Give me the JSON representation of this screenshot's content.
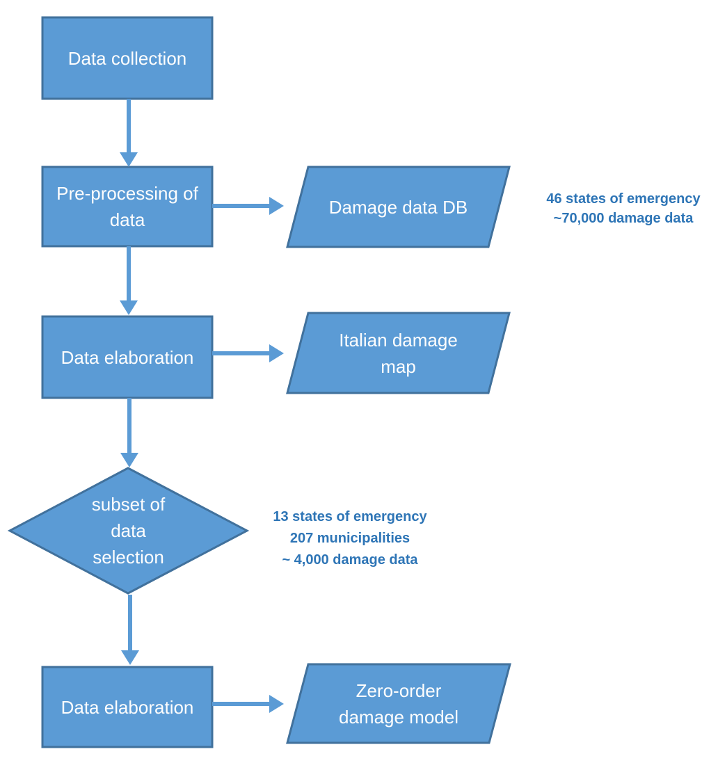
{
  "colors": {
    "shape_fill": "#5B9BD5",
    "shape_border": "#41719C",
    "arrow": "#5B9BD5",
    "shape_text": "#FDFDFD",
    "annotation_text": "#2E75B6"
  },
  "flowchart": {
    "nodes": {
      "data_collection": {
        "label": "Data collection"
      },
      "pre_processing": {
        "line1": "Pre-processing of",
        "line2": "data"
      },
      "damage_data_db": {
        "label": "Damage data DB"
      },
      "data_elaboration_1": {
        "label": "Data elaboration"
      },
      "italian_damage_map": {
        "line1": "Italian damage",
        "line2": "map"
      },
      "subset_selection": {
        "line1": "subset of",
        "line2": "data",
        "line3": "selection"
      },
      "data_elaboration_2": {
        "label": "Data elaboration"
      },
      "zero_order_model": {
        "line1": "Zero-order",
        "line2": "damage model"
      }
    },
    "annotations": {
      "damage_db_stats": {
        "line1": "46 states of emergency",
        "line2": "~70,000 damage data"
      },
      "subset_stats": {
        "line1": "13 states of emergency",
        "line2": "207 municipalities",
        "line3": "~ 4,000 damage data"
      }
    }
  }
}
